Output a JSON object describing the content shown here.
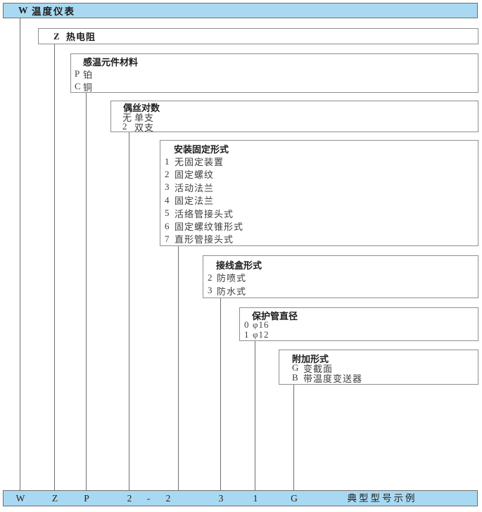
{
  "colors": {
    "bar_fill": "#a9d9f2",
    "bar_border": "#6e6e6e",
    "box_border": "#8f8f8f",
    "line_color": "#6f6f6f"
  },
  "levels": [
    {
      "key": "family",
      "code": "W",
      "label": "温度仪表"
    },
    {
      "key": "sensor-type",
      "code": "Z",
      "label": "热电阻"
    },
    {
      "key": "element-material",
      "title": "感温元件材料",
      "items": [
        {
          "code": "P",
          "label": "铂"
        },
        {
          "code": "C",
          "label": "铜"
        }
      ]
    },
    {
      "key": "wire-pairs",
      "title": "偶丝对数",
      "items": [
        {
          "code": "无",
          "label": "单支"
        },
        {
          "code": "2",
          "label": "双支"
        }
      ]
    },
    {
      "key": "mounting-style",
      "title": "安装固定形式",
      "items": [
        {
          "code": "1",
          "label": "无固定装置"
        },
        {
          "code": "2",
          "label": "固定螺纹"
        },
        {
          "code": "3",
          "label": "活动法兰"
        },
        {
          "code": "4",
          "label": "固定法兰"
        },
        {
          "code": "5",
          "label": "活络管接头式"
        },
        {
          "code": "6",
          "label": "固定螺纹锥形式"
        },
        {
          "code": "7",
          "label": "直形管接头式"
        }
      ]
    },
    {
      "key": "junction-box-style",
      "title": "接线盒形式",
      "items": [
        {
          "code": "2",
          "label": "防喷式"
        },
        {
          "code": "3",
          "label": "防水式"
        }
      ]
    },
    {
      "key": "tube-diameter",
      "title": "保护管直径",
      "items": [
        {
          "code": "0",
          "label": "φ16"
        },
        {
          "code": "1",
          "label": "φ12"
        }
      ]
    },
    {
      "key": "additional-style",
      "title": "附加形式",
      "items": [
        {
          "code": "G",
          "label": "变截面"
        },
        {
          "code": "B",
          "label": "带温度变送器"
        }
      ]
    }
  ],
  "example": {
    "cells": [
      "W",
      "Z",
      "P",
      "2",
      "-",
      "2",
      "3",
      "1",
      "G"
    ],
    "caption": "典型型号示例"
  }
}
